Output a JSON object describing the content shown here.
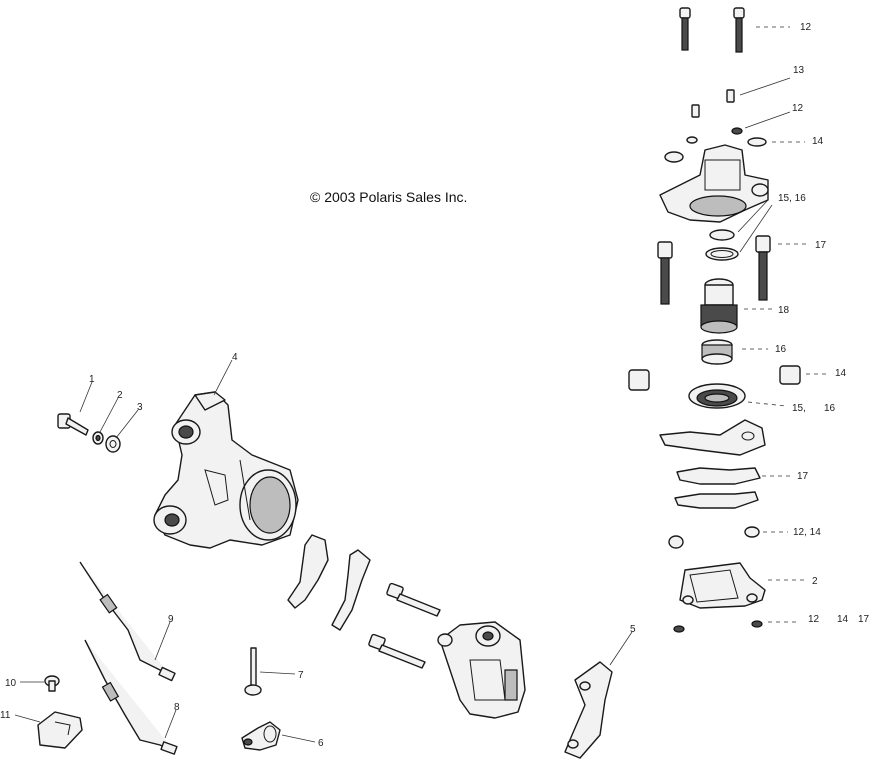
{
  "copyright": "© 2003 Polaris Sales Inc.",
  "callouts": {
    "c1": "1",
    "c2": "2",
    "c3": "3",
    "c4": "4",
    "c5": "5",
    "c6": "6",
    "c7": "7",
    "c8": "8",
    "c9": "9",
    "c10": "10",
    "c11": "11",
    "r12a": "12",
    "r13": "13",
    "r12b": "12",
    "r14a": "14",
    "r15_16a": "15,  16",
    "r17a": "17",
    "r18": "18",
    "r16": "16",
    "r14b": "14",
    "r15b": "15,",
    "r16b": "16",
    "r17b": "17",
    "r12_14": "12,  14",
    "r2": "2",
    "r12c": "12",
    "r14c": "14",
    "r17c": "17"
  }
}
